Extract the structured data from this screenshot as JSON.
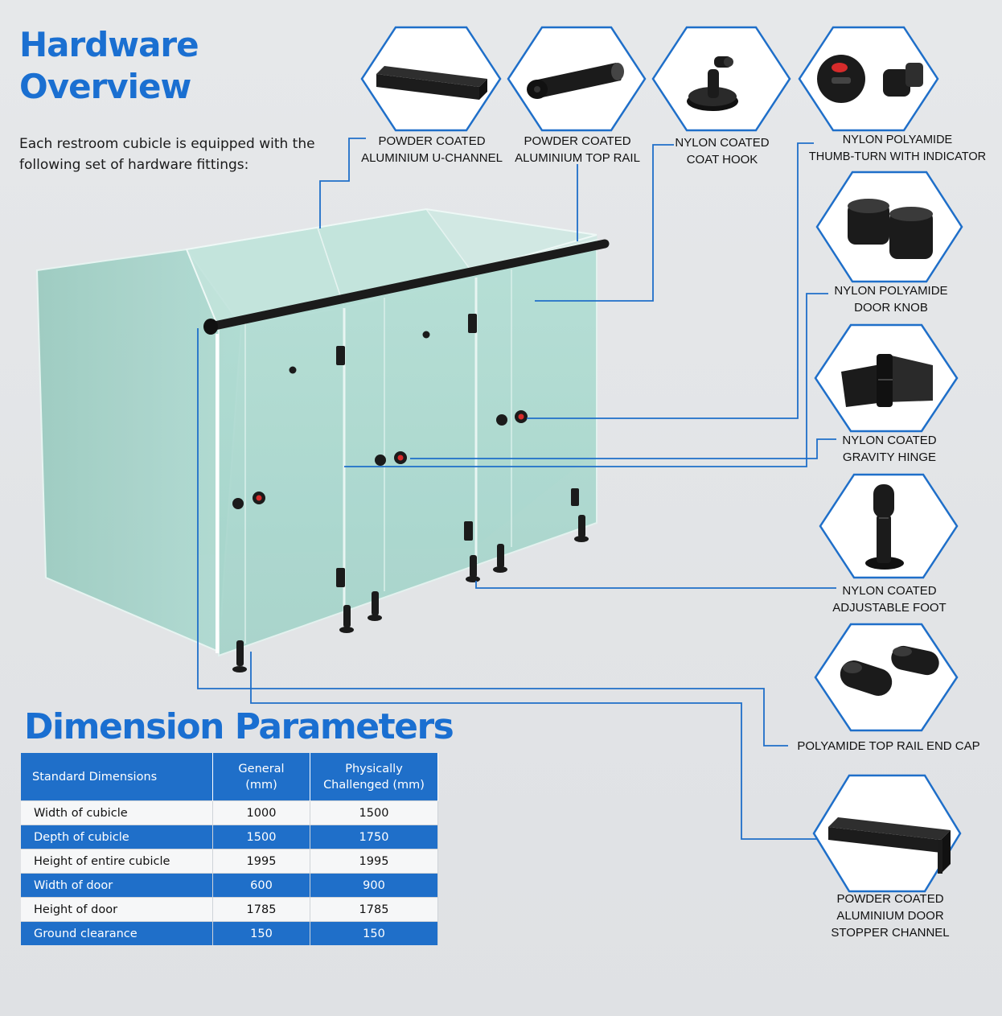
{
  "header": {
    "title_line1": "Hardware",
    "title_line2": "Overview",
    "intro": "Each restroom cubicle is equipped with the following set of hardware fittings:"
  },
  "hardware": [
    {
      "id": "u-channel",
      "label": "POWDER COATED\nALUMINIUM U-CHANNEL",
      "icon": "u-channel-icon"
    },
    {
      "id": "top-rail",
      "label": "POWDER COATED\nALUMINIUM TOP RAIL",
      "icon": "top-rail-icon"
    },
    {
      "id": "coat-hook",
      "label": "NYLON COATED\nCOAT HOOK",
      "icon": "coat-hook-icon"
    },
    {
      "id": "thumb-turn",
      "label": "NYLON POLYAMIDE\nTHUMB-TURN WITH INDICATOR",
      "icon": "thumb-turn-icon"
    },
    {
      "id": "door-knob",
      "label": "NYLON POLYAMIDE\nDOOR KNOB",
      "icon": "door-knob-icon"
    },
    {
      "id": "gravity-hinge",
      "label": "NYLON COATED\nGRAVITY HINGE",
      "icon": "gravity-hinge-icon"
    },
    {
      "id": "adjustable-foot",
      "label": "NYLON COATED\nADJUSTABLE FOOT",
      "icon": "adjustable-foot-icon"
    },
    {
      "id": "end-cap",
      "label": "POLYAMIDE TOP RAIL END CAP",
      "icon": "end-cap-icon"
    },
    {
      "id": "stopper-channel",
      "label": "POWDER COATED\nALUMINIUM DOOR\nSTOPPER CHANNEL",
      "icon": "stopper-channel-icon"
    }
  ],
  "dimensions": {
    "title": "Dimension Parameters",
    "headers": [
      "Standard Dimensions",
      "General\n(mm)",
      "Physically\nChallenged (mm)"
    ],
    "rows": [
      [
        "Width of cubicle",
        "1000",
        "1500"
      ],
      [
        "Depth of cubicle",
        "1500",
        "1750"
      ],
      [
        "Height of entire cubicle",
        "1995",
        "1995"
      ],
      [
        "Width of door",
        "600",
        "900"
      ],
      [
        "Height of door",
        "1785",
        "1785"
      ],
      [
        "Ground clearance",
        "150",
        "150"
      ]
    ]
  },
  "colors": {
    "accent": "#1a6fd1",
    "table_blue": "#1f6fc9",
    "hex_stroke": "#1f6fc9",
    "glass": "#a8d4cb",
    "hardware": "#1b1b1b",
    "indicator": "#d62b2b"
  }
}
